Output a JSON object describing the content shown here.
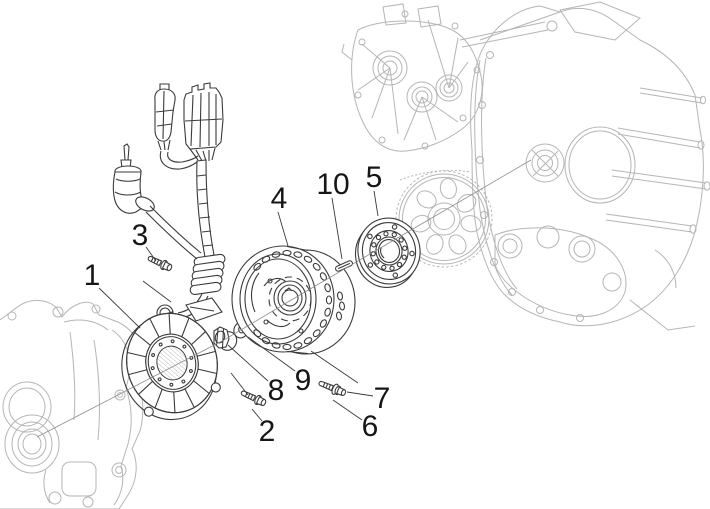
{
  "diagram": {
    "type": "exploded-parts-diagram",
    "callouts": [
      {
        "label": "1"
      },
      {
        "label": "2"
      },
      {
        "label": "3"
      },
      {
        "label": "4"
      },
      {
        "label": "5"
      },
      {
        "label": "6"
      },
      {
        "label": "7"
      },
      {
        "label": "8"
      },
      {
        "label": "9"
      },
      {
        "label": "10"
      }
    ]
  },
  "colors": {
    "background": "#ffffff",
    "foreground_lines": "#3b3b3b",
    "background_lines": "#b5b5b5",
    "callout_text": "#161616"
  }
}
